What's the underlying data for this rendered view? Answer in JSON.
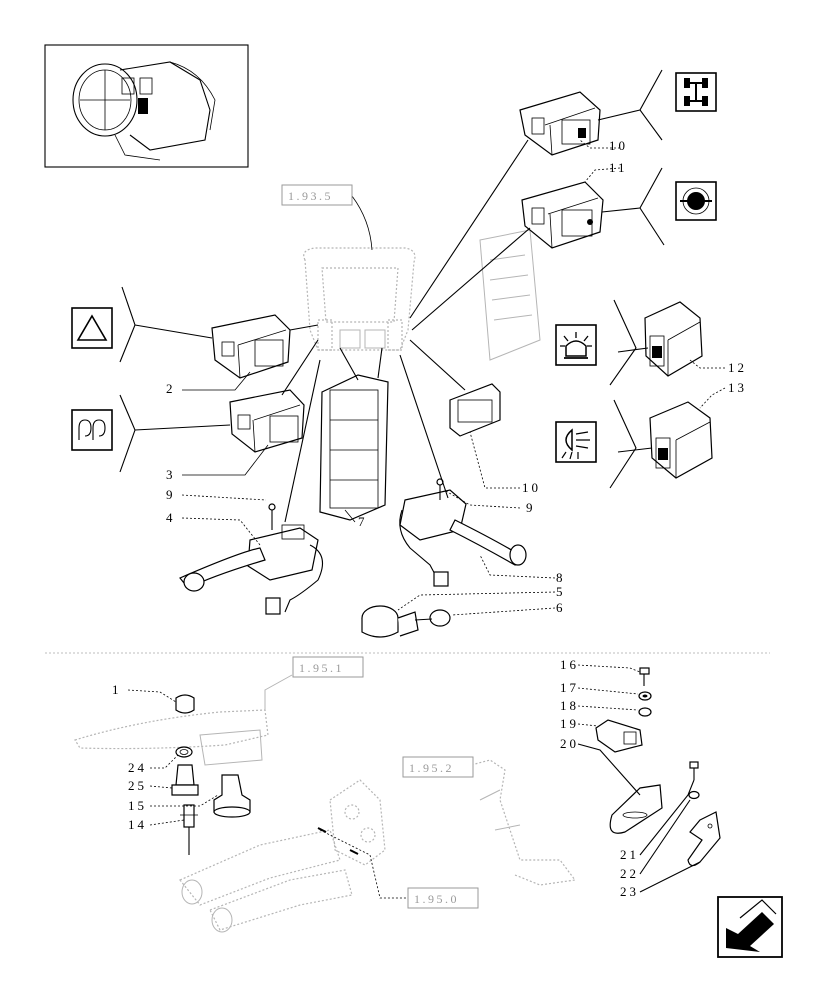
{
  "references": {
    "r1_93_5": "1.93.5",
    "r1_95_1": "1.95.1",
    "r1_95_2": "1.95.2",
    "r1_95_0": "1.95.0"
  },
  "labels": {
    "l1": "1",
    "l2": "2",
    "l3": "3",
    "l4": "4",
    "l5": "5",
    "l6": "6",
    "l7": "7",
    "l8": "8",
    "l9a": "9",
    "l9b": "9",
    "l10a": "10",
    "l10b": "10",
    "l11": "11",
    "l12": "12",
    "l13": "13",
    "l14": "14",
    "l15": "15",
    "l16": "16",
    "l17": "17",
    "l18": "18",
    "l19": "19",
    "l20": "20",
    "l21": "21",
    "l22": "22",
    "l23": "23",
    "l24": "24",
    "l25": "25"
  },
  "icons": {
    "hazard": "warning-triangle-icon",
    "glow_plug": "glow-plug-icon",
    "four_wd": "four-wheel-drive-icon",
    "diff_lock": "differential-lock-icon",
    "beacon": "rotating-beacon-icon",
    "work_light": "work-light-icon",
    "nav_arrow": "next-page-arrow-icon"
  },
  "colors": {
    "line": "#000000",
    "ghost": "#b5b5b5",
    "reference": "#9a9a9a",
    "background": "#ffffff"
  }
}
